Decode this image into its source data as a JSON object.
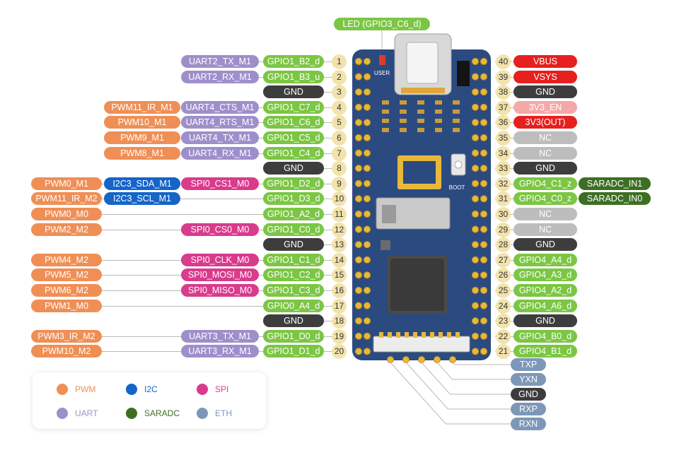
{
  "colors": {
    "PWM": "#ef8f56",
    "UART": "#9e8fcb",
    "GPIO": "#7bc643",
    "GND": "#3d3d3d",
    "I2C": "#1565c9",
    "SPI": "#d93b8d",
    "SARADC": "#3c6f23",
    "ETH": "#7d97b8",
    "PWR": "#e5201f",
    "PWR_LIGHT": "#f5a8a8",
    "NC": "#bdbdbd"
  },
  "led_label": "LED (GPIO3_C6_d)",
  "board": {
    "user_label": "USER",
    "boot_label": "BOOT"
  },
  "left_pins": [
    {
      "num": "1",
      "labels": [
        {
          "t": "GPIO1_B2_d",
          "c": "GPIO"
        },
        {
          "t": "UART2_TX_M1",
          "c": "UART"
        }
      ]
    },
    {
      "num": "2",
      "labels": [
        {
          "t": "GPIO1_B3_u",
          "c": "GPIO"
        },
        {
          "t": "UART2_RX_M1",
          "c": "UART"
        }
      ]
    },
    {
      "num": "3",
      "labels": [
        {
          "t": "GND",
          "c": "GND"
        }
      ]
    },
    {
      "num": "4",
      "labels": [
        {
          "t": "GPIO1_C7_d",
          "c": "GPIO"
        },
        {
          "t": "UART4_CTS_M1",
          "c": "UART"
        },
        {
          "t": "PWM11_IR_M1",
          "c": "PWM"
        }
      ]
    },
    {
      "num": "5",
      "labels": [
        {
          "t": "GPIO1_C6_d",
          "c": "GPIO"
        },
        {
          "t": "UART4_RTS_M1",
          "c": "UART"
        },
        {
          "t": "PWM10_M1",
          "c": "PWM"
        }
      ]
    },
    {
      "num": "6",
      "labels": [
        {
          "t": "GPIO1_C5_d",
          "c": "GPIO"
        },
        {
          "t": "UART4_TX_M1",
          "c": "UART"
        },
        {
          "t": "PWM9_M1",
          "c": "PWM"
        }
      ]
    },
    {
      "num": "7",
      "labels": [
        {
          "t": "GPIO1_C4_d",
          "c": "GPIO"
        },
        {
          "t": "UART4_RX_M1",
          "c": "UART"
        },
        {
          "t": "PWM8_M1",
          "c": "PWM"
        }
      ]
    },
    {
      "num": "8",
      "labels": [
        {
          "t": "GND",
          "c": "GND"
        }
      ]
    },
    {
      "num": "9",
      "labels": [
        {
          "t": "GPIO1_D2_d",
          "c": "GPIO"
        },
        {
          "t": "SPI0_CS1_M0",
          "c": "SPI"
        },
        {
          "t": "I2C3_SDA_M1",
          "c": "I2C"
        },
        {
          "t": "PWM0_M1",
          "c": "PWM"
        }
      ]
    },
    {
      "num": "10",
      "labels": [
        {
          "t": "GPIO1_D3_d",
          "c": "GPIO"
        },
        null,
        {
          "t": "I2C3_SCL_M1",
          "c": "I2C"
        },
        {
          "t": "PWM11_IR_M2",
          "c": "PWM"
        }
      ]
    },
    {
      "num": "11",
      "labels": [
        {
          "t": "GPIO1_A2_d",
          "c": "GPIO"
        },
        null,
        null,
        {
          "t": "PWM0_M0",
          "c": "PWM"
        }
      ]
    },
    {
      "num": "12",
      "labels": [
        {
          "t": "GPIO1_C0_d",
          "c": "GPIO"
        },
        {
          "t": "SPI0_CS0_M0",
          "c": "SPI"
        },
        null,
        {
          "t": "PWM2_M2",
          "c": "PWM"
        }
      ]
    },
    {
      "num": "13",
      "labels": [
        {
          "t": "GND",
          "c": "GND"
        }
      ]
    },
    {
      "num": "14",
      "labels": [
        {
          "t": "GPIO1_C1_d",
          "c": "GPIO"
        },
        {
          "t": "SPI0_CLK_M0",
          "c": "SPI"
        },
        null,
        {
          "t": "PWM4_M2",
          "c": "PWM"
        }
      ]
    },
    {
      "num": "15",
      "labels": [
        {
          "t": "GPIO1_C2_d",
          "c": "GPIO"
        },
        {
          "t": "SPI0_MOSI_M0",
          "c": "SPI"
        },
        null,
        {
          "t": "PWM5_M2",
          "c": "PWM"
        }
      ]
    },
    {
      "num": "16",
      "labels": [
        {
          "t": "GPIO1_C3_d",
          "c": "GPIO"
        },
        {
          "t": "SPI0_MISO_M0",
          "c": "SPI"
        },
        null,
        {
          "t": "PWM6_M2",
          "c": "PWM"
        }
      ]
    },
    {
      "num": "17",
      "labels": [
        {
          "t": "GPIO0_A4_d",
          "c": "GPIO"
        },
        null,
        null,
        {
          "t": "PWM1_M0",
          "c": "PWM"
        }
      ]
    },
    {
      "num": "18",
      "labels": [
        {
          "t": "GND",
          "c": "GND"
        }
      ]
    },
    {
      "num": "19",
      "labels": [
        {
          "t": "GPIO1_D0_d",
          "c": "GPIO"
        },
        {
          "t": "UART3_TX_M1",
          "c": "UART"
        },
        null,
        {
          "t": "PWM3_IR_M2",
          "c": "PWM"
        }
      ]
    },
    {
      "num": "20",
      "labels": [
        {
          "t": "GPIO1_D1_d",
          "c": "GPIO"
        },
        {
          "t": "UART3_RX_M1",
          "c": "UART"
        },
        null,
        {
          "t": "PWM10_M2",
          "c": "PWM"
        }
      ]
    }
  ],
  "right_pins": [
    {
      "num": "40",
      "labels": [
        {
          "t": "VBUS",
          "c": "PWR"
        }
      ]
    },
    {
      "num": "39",
      "labels": [
        {
          "t": "VSYS",
          "c": "PWR"
        }
      ]
    },
    {
      "num": "38",
      "labels": [
        {
          "t": "GND",
          "c": "GND"
        }
      ]
    },
    {
      "num": "37",
      "labels": [
        {
          "t": "3V3_EN",
          "c": "PWR_LIGHT"
        }
      ]
    },
    {
      "num": "36",
      "labels": [
        {
          "t": "3V3(OUT)",
          "c": "PWR"
        }
      ]
    },
    {
      "num": "35",
      "labels": [
        {
          "t": "NC",
          "c": "NC"
        }
      ]
    },
    {
      "num": "34",
      "labels": [
        {
          "t": "NC",
          "c": "NC"
        }
      ]
    },
    {
      "num": "33",
      "labels": [
        {
          "t": "GND",
          "c": "GND"
        }
      ]
    },
    {
      "num": "32",
      "labels": [
        {
          "t": "GPIO4_C1_z",
          "c": "GPIO"
        },
        {
          "t": "SARADC_IN1",
          "c": "SARADC"
        }
      ]
    },
    {
      "num": "31",
      "labels": [
        {
          "t": "GPIO4_C0_z",
          "c": "GPIO"
        },
        {
          "t": "SARADC_IN0",
          "c": "SARADC"
        }
      ]
    },
    {
      "num": "30",
      "labels": [
        {
          "t": "NC",
          "c": "NC"
        }
      ]
    },
    {
      "num": "29",
      "labels": [
        {
          "t": "NC",
          "c": "NC"
        }
      ]
    },
    {
      "num": "28",
      "labels": [
        {
          "t": "GND",
          "c": "GND"
        }
      ]
    },
    {
      "num": "27",
      "labels": [
        {
          "t": "GPIO4_A4_d",
          "c": "GPIO"
        }
      ]
    },
    {
      "num": "26",
      "labels": [
        {
          "t": "GPIO4_A3_d",
          "c": "GPIO"
        }
      ]
    },
    {
      "num": "25",
      "labels": [
        {
          "t": "GPIO4_A2_d",
          "c": "GPIO"
        }
      ]
    },
    {
      "num": "24",
      "labels": [
        {
          "t": "GPIO4_A6_d",
          "c": "GPIO"
        }
      ]
    },
    {
      "num": "23",
      "labels": [
        {
          "t": "GND",
          "c": "GND"
        }
      ]
    },
    {
      "num": "22",
      "labels": [
        {
          "t": "GPIO4_B0_d",
          "c": "GPIO"
        }
      ]
    },
    {
      "num": "21",
      "labels": [
        {
          "t": "GPIO4_B1_d",
          "c": "GPIO"
        }
      ]
    }
  ],
  "eth_pins": [
    {
      "t": "TXP",
      "c": "ETH"
    },
    {
      "t": "YXN",
      "c": "ETH"
    },
    {
      "t": "GND",
      "c": "GND"
    },
    {
      "t": "RXP",
      "c": "ETH"
    },
    {
      "t": "RXN",
      "c": "ETH"
    }
  ],
  "legend": [
    {
      "name": "PWM",
      "c": "PWM"
    },
    {
      "name": "I2C",
      "c": "I2C"
    },
    {
      "name": "SPI",
      "c": "SPI"
    },
    {
      "name": "UART",
      "c": "UART"
    },
    {
      "name": "SARADC",
      "c": "SARADC"
    },
    {
      "name": "ETH",
      "c": "ETH"
    }
  ]
}
